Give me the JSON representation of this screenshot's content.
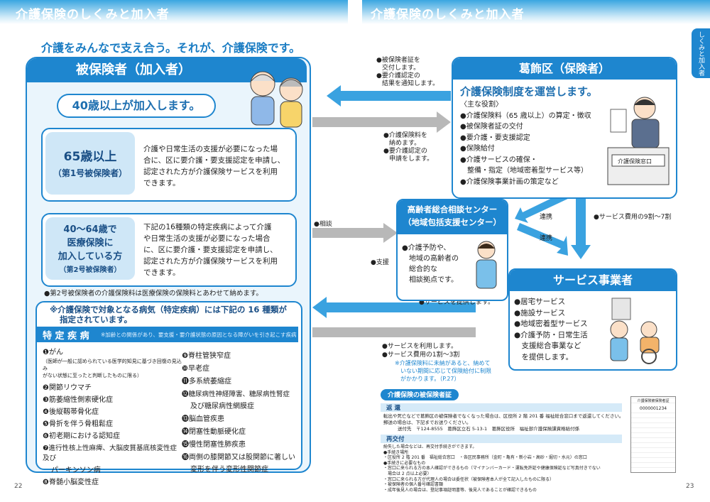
{
  "header": {
    "left_title": "介護保険のしくみと加入者",
    "right_title": "介護保険のしくみと加入者",
    "side_tab": "しくみと加入者"
  },
  "lead": "介護をみんなで支え合う。それが、介護保険です。",
  "insured": {
    "heading": "被保険者（加入者）",
    "age_pill": "40歳以上が加入します。",
    "type1": {
      "label1": "65歳以上",
      "label2": "（第1号被保険者）",
      "text": [
        "介護や日常生活の支援が必要になった場",
        "合に、区に要介護・要支援認定を申請し、",
        "認定された方が介護保険サービスを利用",
        "できます。"
      ]
    },
    "type2": {
      "label1": "40〜64歳で",
      "label2": "医療保険に",
      "label3": "加入している方",
      "label4": "（第2号被保険者）",
      "text": [
        "下記の16種類の特定疾病によって介護",
        "や日常生活の支援が必要になった場合",
        "に、区に要介護・要支援認定を申請し、",
        "認定された方が介護保険サービスを利用",
        "できます。"
      ]
    },
    "note": "●第2号被保険者の介護保険料は医療保険の保険料とあわせて納めます。",
    "disease_intro1": "※介護保険で対象となる病気（特定疾病）には下記の 16 種類が",
    "disease_intro2": "指定されています。",
    "disease_tab": "特 定 疾 病",
    "disease_tab_note": "※加齢との関係があり、要支援・要介護状態の原因となる障がいを引き起こす疾病",
    "diseases_left": [
      "❶がん",
      "❷関節リウマチ",
      "❸筋萎縮性側索硬化症",
      "❹後縦靱帯骨化症",
      "❺骨折を伴う骨粗鬆症",
      "❻初老期における認知症",
      "❼進行性核上性麻痺、大脳皮質基底核変性症及び",
      "パーキンソン病",
      "❽脊髄小脳変性症"
    ],
    "cancer_note": [
      "（医師が一般に認められている医学的知見に基づき回復の見込み",
      "がない状態に至ったと判断したものに限る）"
    ],
    "diseases_right": [
      "❾脊柱管狭窄症",
      "❿早老症",
      "⓫多系統萎縮症",
      "⓬糖尿病性神経障害、糖尿病性腎症",
      "及び糖尿病性網膜症",
      "⓭脳血管疾患",
      "⓮閉塞性動脈硬化症",
      "⓯慢性閉塞性肺疾患",
      "⓰両側の膝関節又は股関節に著しい",
      "変形を伴う変形性関節症"
    ]
  },
  "flows": {
    "top_note": [
      "●被保険者証を",
      "交付します。",
      "●要介護認定の",
      "結果を通知します。"
    ],
    "mid_note": [
      "●介護保険料を",
      "納めます。",
      "●要介護認定の",
      "申請をします。"
    ],
    "consult": "●相談",
    "support": "●支援",
    "provide": "●サービスを提供します。",
    "use": [
      "●サービスを利用します。",
      "●サービス費用の1割〜3割"
    ],
    "use_note": [
      "※介護保険料に未納があると、納めて",
      "いない期間に応じて保険給付に制限",
      "がかかります。（P.27）"
    ],
    "renkei1": "連携",
    "renkei2": "連携",
    "cost": "●サービス費用の9割〜7割"
  },
  "insurer": {
    "heading": "葛飾区（保険者）",
    "main": "介護保険制度を運営します。",
    "roles_title": "〈主な役割〉",
    "roles": [
      "●介護保険料（65 歳以上）の算定・徴収",
      "●被保険者証の交付",
      "●要介護・要支援認定",
      "●保険給付",
      "●介護サービスの確保・",
      "　整備・指定（地域密着型サービス等）",
      "●介護保険事業計画の策定など"
    ],
    "counter": "介護保険窓口"
  },
  "center": {
    "heading1": "高齢者総合相談センター",
    "heading2": "（地域包括支援センター）",
    "text": [
      "●介護予防や、",
      "　地域の高齢者の",
      "　総合的な",
      "　相談拠点です。"
    ]
  },
  "provider": {
    "heading": "サービス事業者",
    "items": [
      "●居宅サービス",
      "●施設サービス",
      "●地域密着型サービス",
      "●介護予防・日常生活",
      "　支援総合事業など",
      "　を提供します。"
    ]
  },
  "card": {
    "title": "介護保険の被保険者証",
    "return_label": "返 還",
    "return_text": [
      "転出や死亡などで葛飾区の被保険者でなくなった場合は、区役所 2 階 201 番 福祉総合窓口まで返還してください。",
      "郵送の場合は、下記までお送りください。",
      "送付先　〒124-8555　葛飾区立石 5-13-1　葛飾区役所　福祉部介護保険課資格給付係"
    ],
    "reissue_label": "再交付",
    "reissue_text": [
      "紛失した場合などは、再交付手続きができます。",
      "●手続き場所",
      "・区役所 2 階 201 番　福祉総合窓口　・各区民事務所（金町・亀有・新小岩・高砂・堀切・水元）の窓口",
      "●手続きに必要なもの",
      "・窓口に来られる方の本人確認ができるもの（マイナンバーカード・運転免許証や健康保険証など写真付きでない",
      "　場合は 2 点以上必要）",
      "・窓口に来られる方が代理人の場合は委任状（被保険者本人が全て記入したものに限る）",
      "・被保険者の個人番号確認書類",
      "・成年後見人の場合は、登記事項証明書等、後見人であることが確認できるもの"
    ],
    "mini_title": "介護保険被保険者証",
    "mini_number": "0000001234"
  },
  "page_left": "22",
  "page_right": "23",
  "colors": {
    "primary": "#1e86cf",
    "light": "#eaf5fc",
    "gray_arrow": "#b8b8b8"
  }
}
